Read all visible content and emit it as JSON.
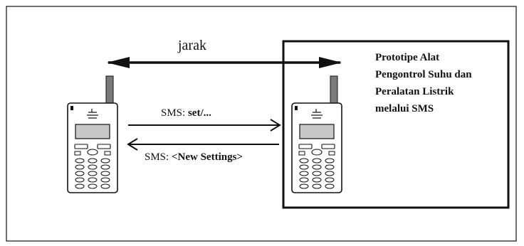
{
  "labels": {
    "distance": "jarak",
    "prototype_lines": [
      "Prototipe Alat",
      "Pengontrol Suhu dan",
      "Peralatan Listrik",
      "melalui SMS"
    ],
    "sms_to": {
      "prefix": "SMS: ",
      "command": "set/..."
    },
    "sms_back": {
      "prefix": "SMS: ",
      "command": "<New Settings>"
    }
  },
  "colors": {
    "stroke": "#111111",
    "antenna": "#7a7a7a",
    "screen": "#c8c8c8",
    "background": "#ffffff"
  },
  "icons": [
    "mobile-phone-icon"
  ]
}
